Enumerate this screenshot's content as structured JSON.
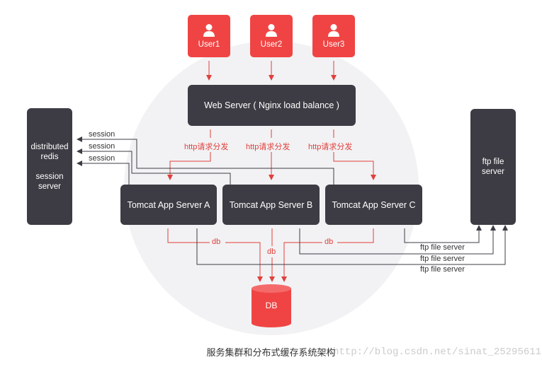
{
  "users": [
    {
      "label": "User1"
    },
    {
      "label": "User2"
    },
    {
      "label": "User3"
    }
  ],
  "web_server": {
    "label": "Web Server ( Nginx load balance )"
  },
  "http_labels": [
    "http请求分发",
    "http请求分发",
    "http请求分发"
  ],
  "app_servers": [
    {
      "label": "Tomcat App Server A"
    },
    {
      "label": "Tomcat App Server B"
    },
    {
      "label": "Tomcat App Server C"
    }
  ],
  "redis": {
    "line1": "distributed",
    "line2": "redis",
    "line3": "session",
    "line4": "server"
  },
  "session_labels": [
    "session",
    "session",
    "session"
  ],
  "ftp": {
    "line1": "ftp file",
    "line2": "server"
  },
  "ftp_labels": [
    "ftp file server",
    "ftp file server",
    "ftp file server"
  ],
  "db_labels": [
    "db",
    "db",
    "db"
  ],
  "db": {
    "label": "DB"
  },
  "caption": "服务集群和分布式缓存系统架构",
  "watermark": "http://blog.csdn.net/sinat_25295611",
  "colors": {
    "red": "#f04444",
    "dark": "#3d3c44",
    "circle": "#f2f2f4"
  }
}
